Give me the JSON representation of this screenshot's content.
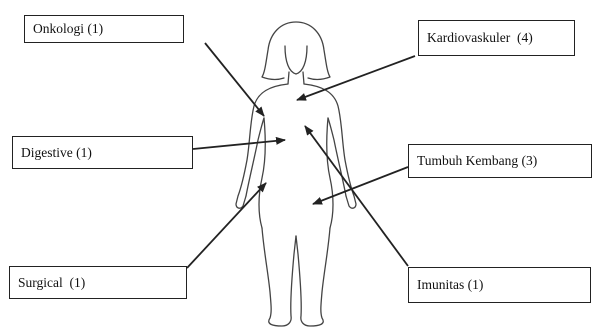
{
  "labels": {
    "onkologi": "Onkologi (1)",
    "kardiovaskuler": "Kardiovaskuler  (4)",
    "digestive": "Digestive (1)",
    "tumbuh_kembang": "Tumbuh Kembang (3)",
    "surgical": "Surgical  (1)",
    "imunitas": "Imunitas (1)"
  },
  "colors": {
    "stroke": "#222222",
    "figure": "#444444"
  }
}
